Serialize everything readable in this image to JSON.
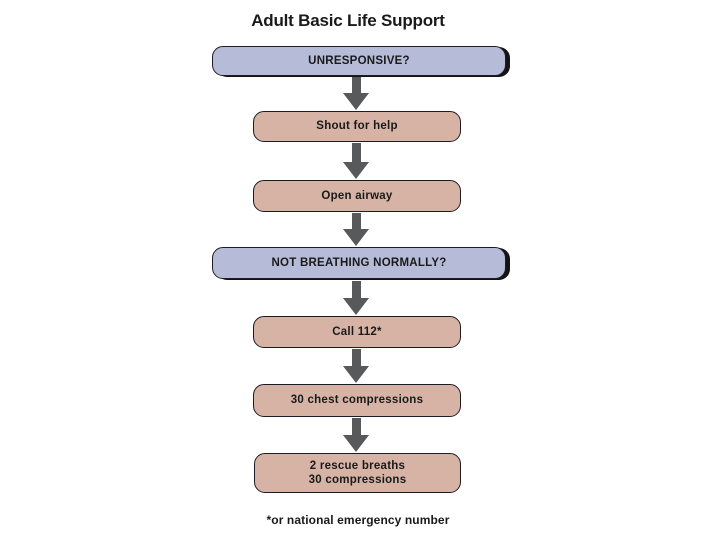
{
  "page": {
    "title": "Adult Basic Life Support",
    "footnote": "*or national emergency number"
  },
  "colors": {
    "background": "#ffffff",
    "assessment_fill": "#b6bcd8",
    "action_fill": "#d6b3a5",
    "node_border": "#1c1c24",
    "arrow": "#58595b",
    "text": "#1a1a1a"
  },
  "flowchart": {
    "nodes": [
      {
        "label": "UNRESPONSIVE?",
        "type": "assessment"
      },
      {
        "label": "Shout for help",
        "type": "action"
      },
      {
        "label": "Open airway",
        "type": "action"
      },
      {
        "label": "NOT BREATHING NORMALLY?",
        "type": "assessment"
      },
      {
        "label": "Call 112*",
        "type": "action"
      },
      {
        "label": "30 chest compressions",
        "type": "action"
      },
      {
        "label": "2 rescue breaths\n30 compressions",
        "type": "action"
      }
    ],
    "connector": "down-arrow"
  }
}
